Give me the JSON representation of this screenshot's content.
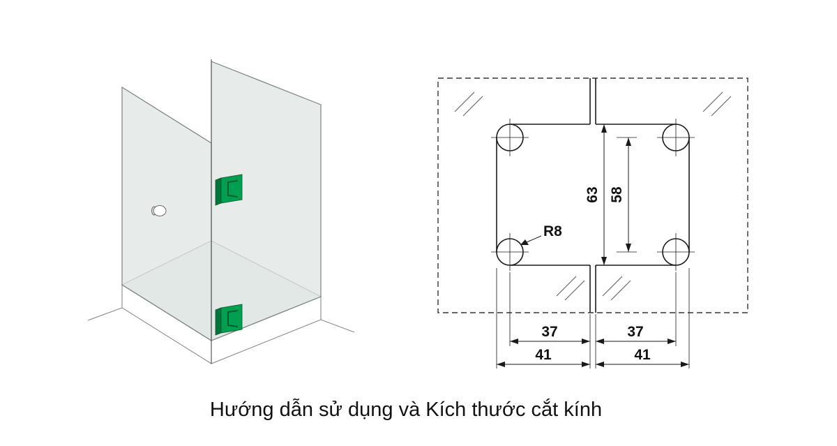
{
  "caption": "Hướng dẫn sử dụng và Kích thước cắt kính",
  "drawing": {
    "radius_label": "R8",
    "dim_vertical_outer": "63",
    "dim_vertical_inner": "58",
    "dim_inner_left": "37",
    "dim_inner_right": "37",
    "dim_outer_left": "41",
    "dim_outer_right": "41"
  },
  "colors": {
    "hinge_green": "#00A050",
    "hinge_green_dark": "#00763B",
    "glass_fill": "#DEE4E2",
    "tray_fill": "#EEF1F0",
    "line_dark": "#1A1A1A"
  }
}
